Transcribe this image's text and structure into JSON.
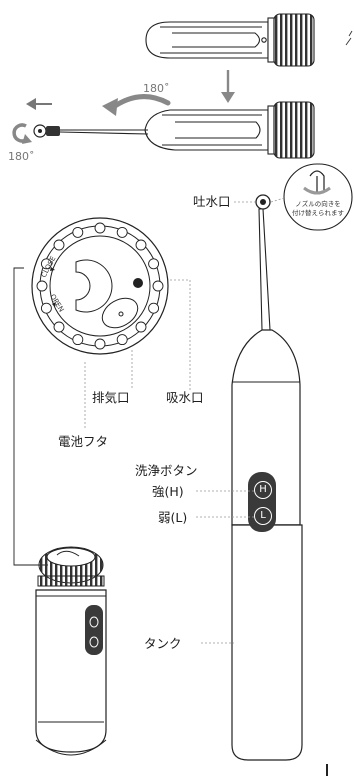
{
  "top_section": {
    "rotation_top": "180˚",
    "rotation_left": "180˚"
  },
  "bubble": {
    "line1": "ノズルの向きを",
    "line2": "付け替えられます"
  },
  "cap": {
    "close_mark": "CLOSE",
    "open_mark": "OPEN"
  },
  "labels": {
    "spout": "吐水口",
    "exhaust": "排気口",
    "intake": "吸水口",
    "battery_cover": "電池フタ",
    "wash_button": "洗浄ボタン",
    "strong": "強(H)",
    "weak": "弱(L)",
    "tank": "タンク"
  },
  "buttons": {
    "h": "H",
    "l": "L"
  },
  "colors": {
    "line": "#222222",
    "gray_text": "#777777",
    "arrow_gray": "#888888",
    "leader": "#999999"
  }
}
